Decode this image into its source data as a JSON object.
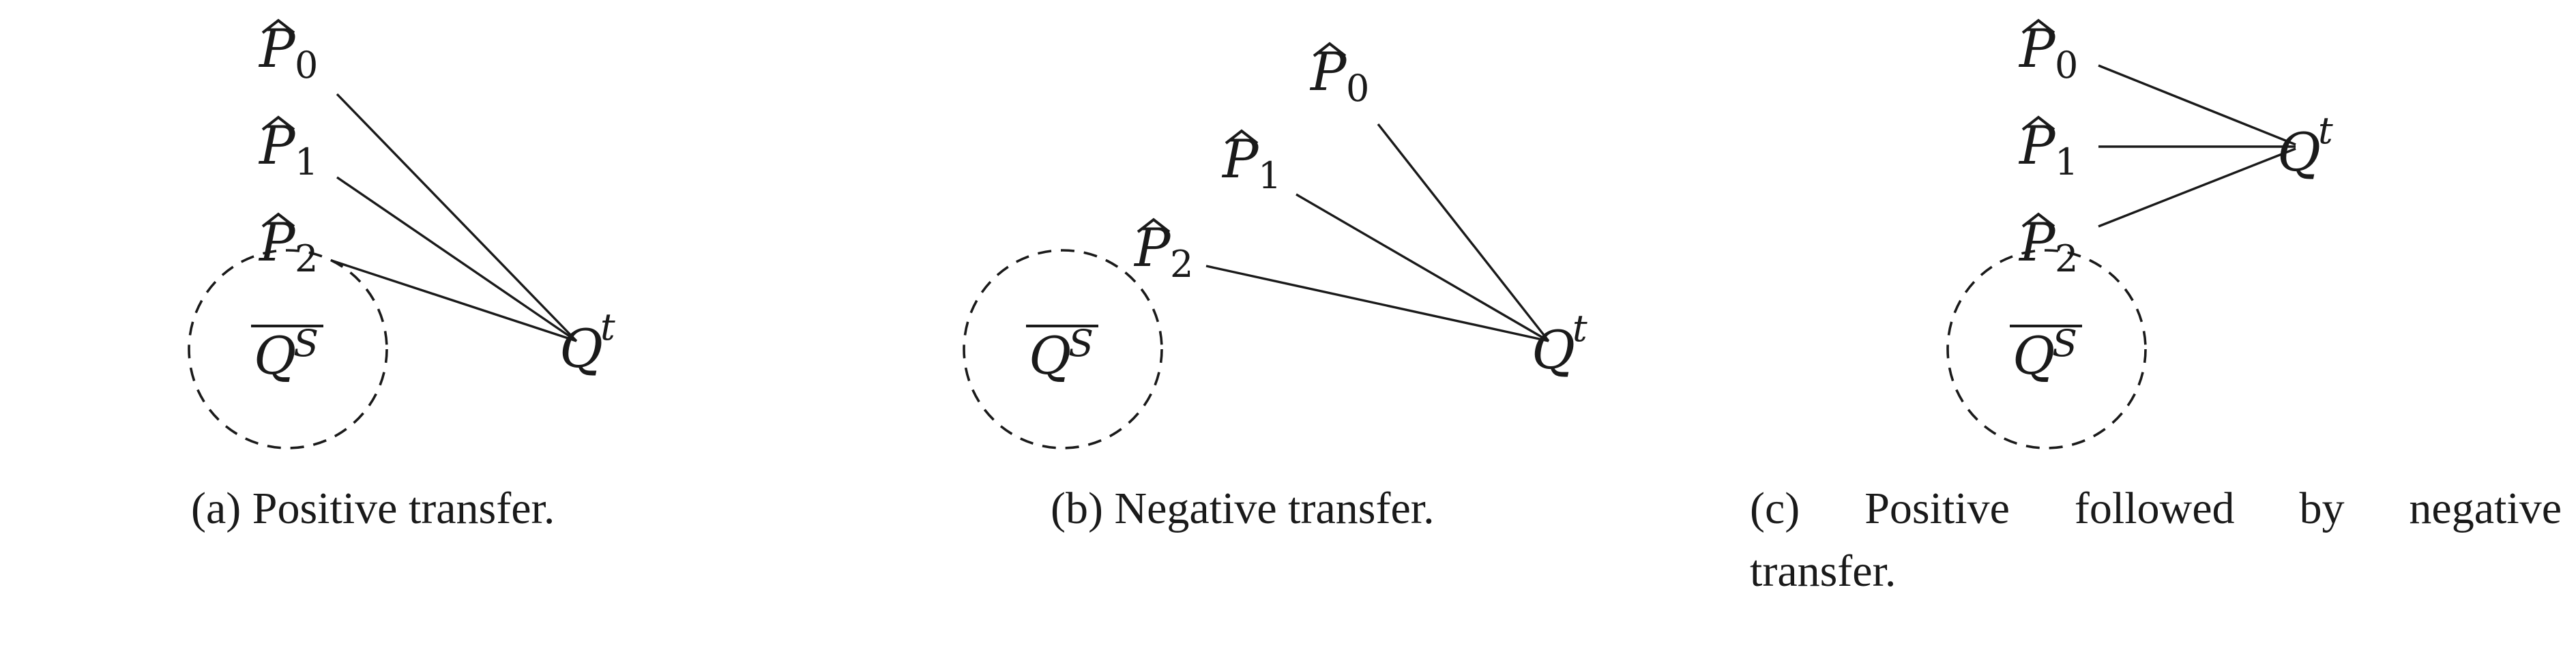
{
  "panels": [
    {
      "id": "a",
      "caption": "(a) Positive transfer.",
      "nodes": {
        "p0": {
          "base": "P",
          "sub": "0"
        },
        "p1": {
          "base": "P",
          "sub": "1"
        },
        "p2": {
          "base": "P",
          "sub": "2"
        },
        "target": {
          "base": "Q",
          "sup": "t"
        },
        "source_set": {
          "base": "Q",
          "sup": "S"
        }
      }
    },
    {
      "id": "b",
      "caption": "(b) Negative transfer.",
      "nodes": {
        "p0": {
          "base": "P",
          "sub": "0"
        },
        "p1": {
          "base": "P",
          "sub": "1"
        },
        "p2": {
          "base": "P",
          "sub": "2"
        },
        "target": {
          "base": "Q",
          "sup": "t"
        },
        "source_set": {
          "base": "Q",
          "sup": "S"
        }
      }
    },
    {
      "id": "c",
      "caption": "(c) Positive followed by negative transfer.",
      "nodes": {
        "p0": {
          "base": "P",
          "sub": "0"
        },
        "p1": {
          "base": "P",
          "sub": "1"
        },
        "p2": {
          "base": "P",
          "sub": "2"
        },
        "target": {
          "base": "Q",
          "sup": "t"
        },
        "source_set": {
          "base": "Q",
          "sup": "S"
        }
      }
    }
  ]
}
